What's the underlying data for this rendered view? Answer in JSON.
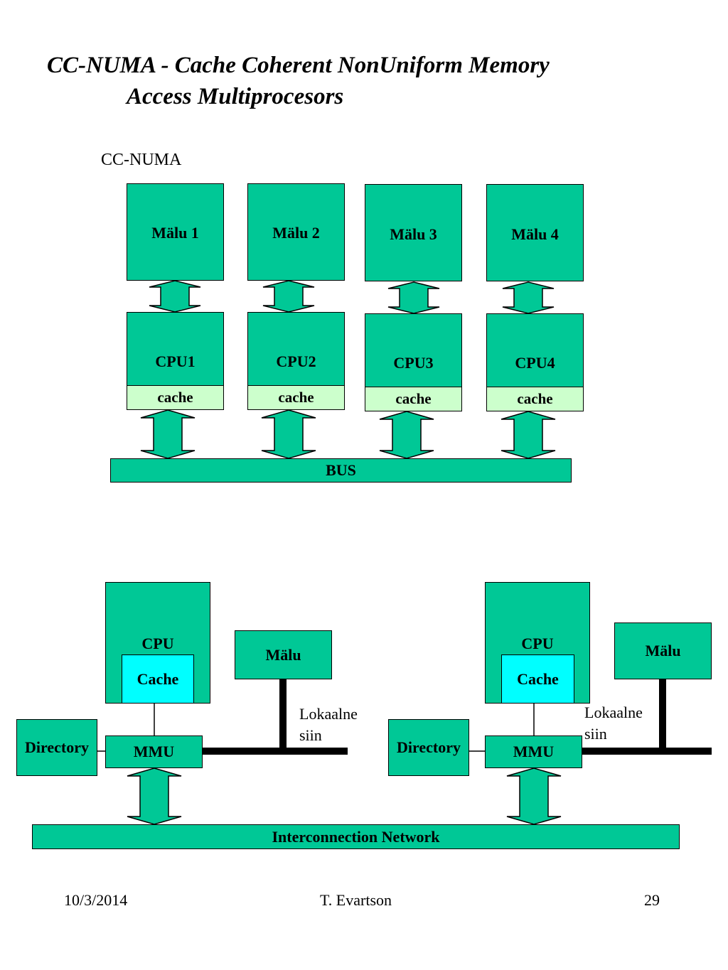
{
  "slide": {
    "title_line1": "CC-NUMA - Cache Coherent NonUniform Memory",
    "title_line2": "Access Multiprocesors"
  },
  "top_diagram": {
    "label": "CC-NUMA",
    "memories": [
      "Mälu 1",
      "Mälu 2",
      "Mälu 3",
      "Mälu 4"
    ],
    "cpus": [
      "CPU1",
      "CPU2",
      "CPU3",
      "CPU4"
    ],
    "caches": [
      "cache",
      "cache",
      "cache",
      "cache"
    ],
    "bus": "BUS"
  },
  "bottom_diagram": {
    "nodes": [
      {
        "cpu": "CPU",
        "cache": "Cache",
        "memory": "Mälu",
        "local_bus_line1": "Lokaalne",
        "local_bus_line2": "siin",
        "directory": "Directory",
        "mmu": "MMU"
      },
      {
        "cpu": "CPU",
        "cache": "Cache",
        "memory": "Mälu",
        "local_bus_line1": "Lokaalne",
        "local_bus_line2": "siin",
        "directory": "Directory",
        "mmu": "MMU"
      }
    ],
    "network": "Interconnection Network"
  },
  "footer": {
    "date": "10/3/2014",
    "author": "T. Evartson",
    "page": "29"
  },
  "colors": {
    "box_fill": "#00c896",
    "cache_fill": "#ccffcc",
    "cache_box_fill": "#00ffff",
    "outline": "#000000"
  }
}
